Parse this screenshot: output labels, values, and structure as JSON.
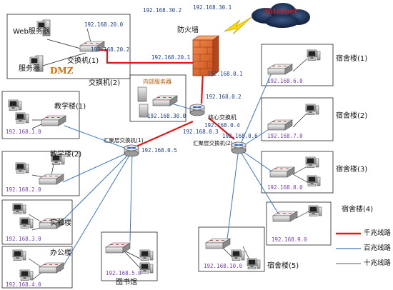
{
  "dmz": {
    "web_server": "Web服务器",
    "server": "服务器",
    "switch1": "交换机(1)",
    "switch2": "交换机(2)",
    "subnet": "192.168.20.0",
    "gateway": "192.168.20.2",
    "label": "DMZ"
  },
  "firewall": {
    "label": "防火墙",
    "ip_top1": "192.168.30.2",
    "ip_top2": "192.168.30.1",
    "ip_left": "192.168.20.1",
    "ip_bottom": "192.168.0.1"
  },
  "internet": {
    "label": "Internet"
  },
  "internal_server": {
    "label": "内部服务器",
    "subnet": "192.168.30.0"
  },
  "core": {
    "label": "核心交换机",
    "ip_top": "192.168.0.2",
    "ip_mid": "192.168.0.4",
    "ip_left": "192.168.0.3",
    "ip_right": "192.168.0.6"
  },
  "agg1": {
    "label": "汇聚层交换机(1)",
    "ip": "192.168.0.5"
  },
  "agg2": {
    "label": "汇聚层交换机(2)"
  },
  "left_groups": [
    {
      "name": "教学楼(1)",
      "subnet": "192.168.1.0"
    },
    {
      "name": "教学楼(2)",
      "subnet": "192.168.2.0"
    },
    {
      "name": "实验楼",
      "subnet": "192.168.3.0"
    },
    {
      "name": "办公楼",
      "subnet": "192.168.4.0"
    }
  ],
  "library": {
    "name": "图书馆",
    "subnet": "192.168.5.0"
  },
  "right_groups": [
    {
      "name": "宿舍楼(1)",
      "subnet": "192.168.6.0"
    },
    {
      "name": "宿舍楼(2)",
      "subnet": "192.168.7.0"
    },
    {
      "name": "宿舍楼(3)",
      "subnet": "192.168.8.0"
    },
    {
      "name": "宿舍楼(4)",
      "subnet": "192.168.9.0"
    },
    {
      "name": "宿舍楼(5)",
      "subnet": "192.168.10.0"
    }
  ],
  "legend": {
    "gigabit": "千兆线路",
    "fast": "百兆线路",
    "ten": "十兆线路"
  },
  "colors": {
    "gigabit": "#e01818",
    "fast": "#3a78c4",
    "ten": "#222222"
  }
}
